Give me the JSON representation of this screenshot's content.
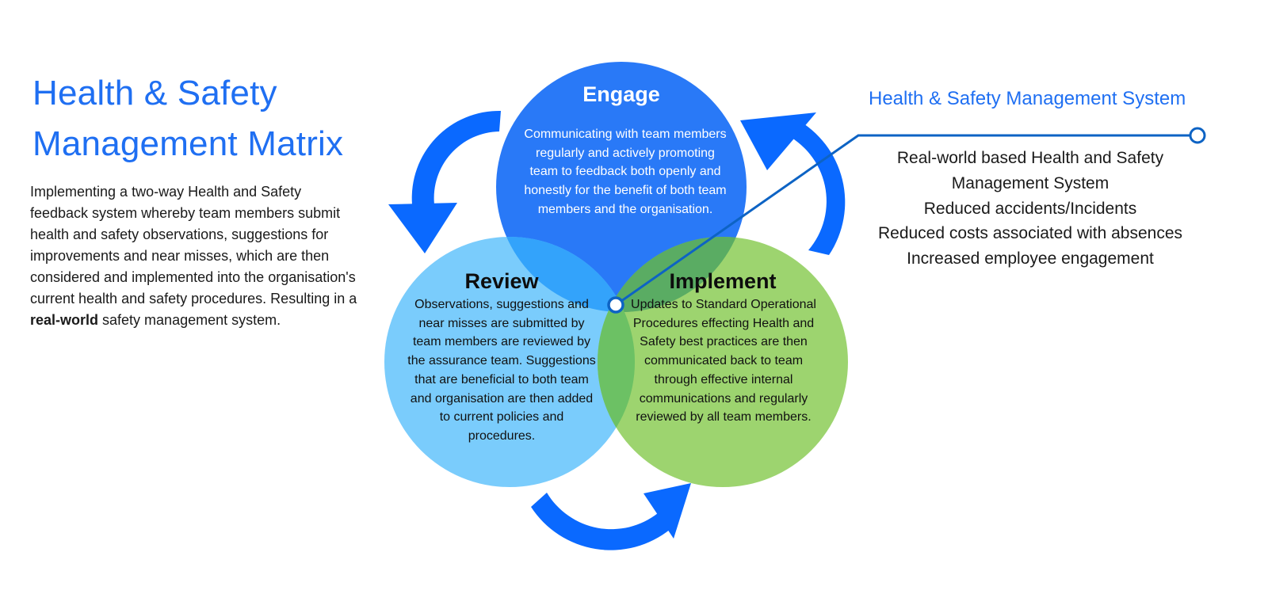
{
  "header": {
    "title_line1": "Health & Safety",
    "title_line2": "Management Matrix"
  },
  "intro": {
    "text_before": "Implementing a two-way Health and Safety feedback system whereby team members submit health and safety observations, suggestions for improvements and near misses, which are then considered and implemented into the organisation's current health and safety procedures. Resulting in a ",
    "text_bold": "real-world",
    "text_after": " safety management system."
  },
  "cycle": {
    "stages": [
      {
        "id": "engage",
        "title": "Engage",
        "description": "Communicating with team members regularly and actively promoting team to feedback both openly and honestly for the benefit of both team members and the organisation.",
        "color": "#2979f7"
      },
      {
        "id": "review",
        "title": "Review",
        "description": "Observations, suggestions and near misses are submitted by team members are reviewed by the assurance team. Suggestions that are beneficial to both team and organisation are then added to current policies and procedures.",
        "color": "#6cc7fc"
      },
      {
        "id": "implement",
        "title": "Implement",
        "description": "Updates to Standard Operational Procedures effecting Health and Safety best practices are then communicated back to team through effective internal communications and regularly reviewed by all team members.",
        "color": "#8fce5b"
      }
    ],
    "flow": [
      "Engage",
      "Review",
      "Implement",
      "Engage"
    ],
    "arrow_color": "#0a69ff",
    "connector_color": "#0d63c4"
  },
  "benefits": {
    "title": "Health & Safety Management System",
    "items": [
      "Real-world based Health and Safety Management System",
      "Reduced accidents/Incidents",
      "Reduced costs associated with absences",
      "Increased employee engagement"
    ]
  }
}
